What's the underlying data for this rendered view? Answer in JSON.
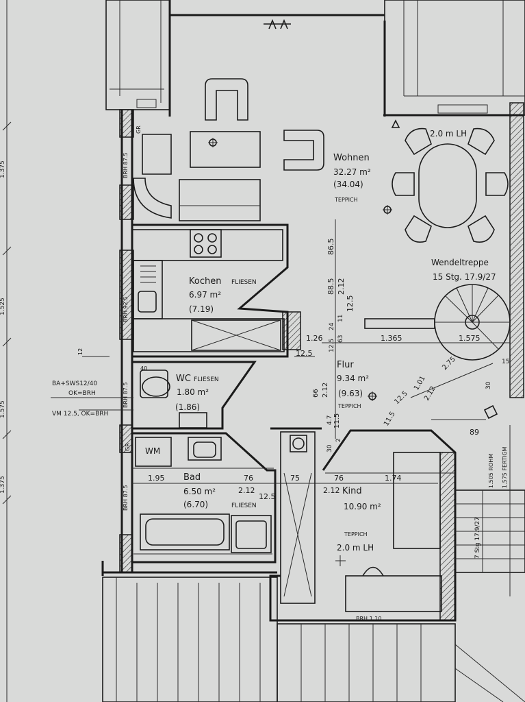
{
  "rooms": {
    "wohnen": {
      "name": "Wohnen",
      "area": "32.27 m²",
      "area_alt": "(34.04)",
      "floor": "TEPPICH",
      "height": "2.0 m LH"
    },
    "kochen": {
      "name": "Kochen",
      "floor": "FLIESEN",
      "area": "6.97 m²",
      "area_alt": "(7.19)"
    },
    "wc": {
      "name": "WC",
      "floor": "FLIESEN",
      "area": "1.80 m²",
      "area_alt": "(1.86)"
    },
    "bad": {
      "name": "Bad",
      "area": "6.50 m²",
      "area_alt": "(6.70)",
      "floor": "FLIESEN",
      "appliance": "WM"
    },
    "flur": {
      "name": "Flur",
      "area": "9.34 m²",
      "area_alt": "(9.63)",
      "floor": "TEPPICH"
    },
    "kind": {
      "name": "Kind",
      "area": "10.90 m²",
      "floor": "TEPPICH",
      "height": "2.0 m LH",
      "brh": "BRH 1.10"
    }
  },
  "stair": {
    "name": "Wendeltreppe",
    "spec": "15 Stg. 17.9/27"
  },
  "wall_notes": {
    "brh_1": "BRH 87.5",
    "brh_2": "BRH 92.5",
    "brh_3": "BRH 87.5",
    "brh_4": "BRH 87.5",
    "gr_1": "GR",
    "gr_2": "GR",
    "ba": "BA+SWS12/40",
    "ok1": "OK=BRH",
    "vm": "VM 12.5, OK=BRH",
    "v12": "12",
    "v40": "40",
    "rohm": "1.505 ROHM",
    "fertig": "1.575 FERTIGM",
    "stg_right": "7 Stg 17.9/27"
  },
  "dimensions": {
    "d_865": "86.5",
    "d_885": "88.5",
    "d_212a": "2.12",
    "d_125a": "12.5",
    "d_24": "24",
    "d_11": "11",
    "d_125b": "12.5",
    "d_63": "63",
    "d_126": "1.26",
    "d_1365": "1.365",
    "d_1575": "1.575",
    "d_125c": "12.5",
    "d_275": "2.75",
    "d_15": "15",
    "d_30": "30",
    "d_66": "66",
    "d_212b": "2.12",
    "d_115a": "11.5",
    "d_125d": "12.5",
    "d_101": "1.01",
    "d_212c": "2.12",
    "d_115b": "11.5",
    "d_89": "89",
    "d_195": "1.95",
    "d_76a": "76",
    "d_212d": "2.12",
    "d_125e": "12.5",
    "d_75": "75",
    "d_76b": "76",
    "d_174": "1.74",
    "d_212e": "2.12",
    "d_30b": "30",
    "d_47": "4.7",
    "d_2": "2",
    "d_1375": "1.375",
    "d_1525": "1.525",
    "d_1575b": "1.575",
    "d_1375b": "1.375"
  }
}
